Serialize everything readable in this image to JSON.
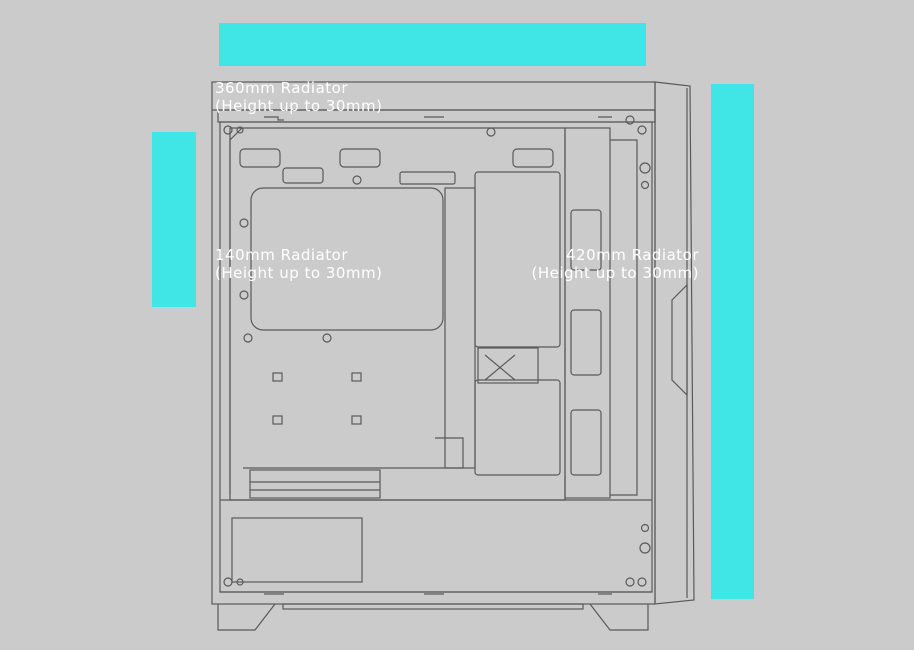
{
  "colors": {
    "background": "#cbcbcb",
    "radiator_zone": "#40e6e6",
    "line": "#5a5a5a",
    "label": "#ffffff"
  },
  "labels": {
    "top": {
      "title": "360mm Radiator",
      "note": "(Height up to 30mm)"
    },
    "rear": {
      "title": "140mm Radiator",
      "note": "(Height up to 30mm)"
    },
    "front": {
      "title": "420mm Radiator",
      "note": "(Height up to 30mm)"
    }
  }
}
